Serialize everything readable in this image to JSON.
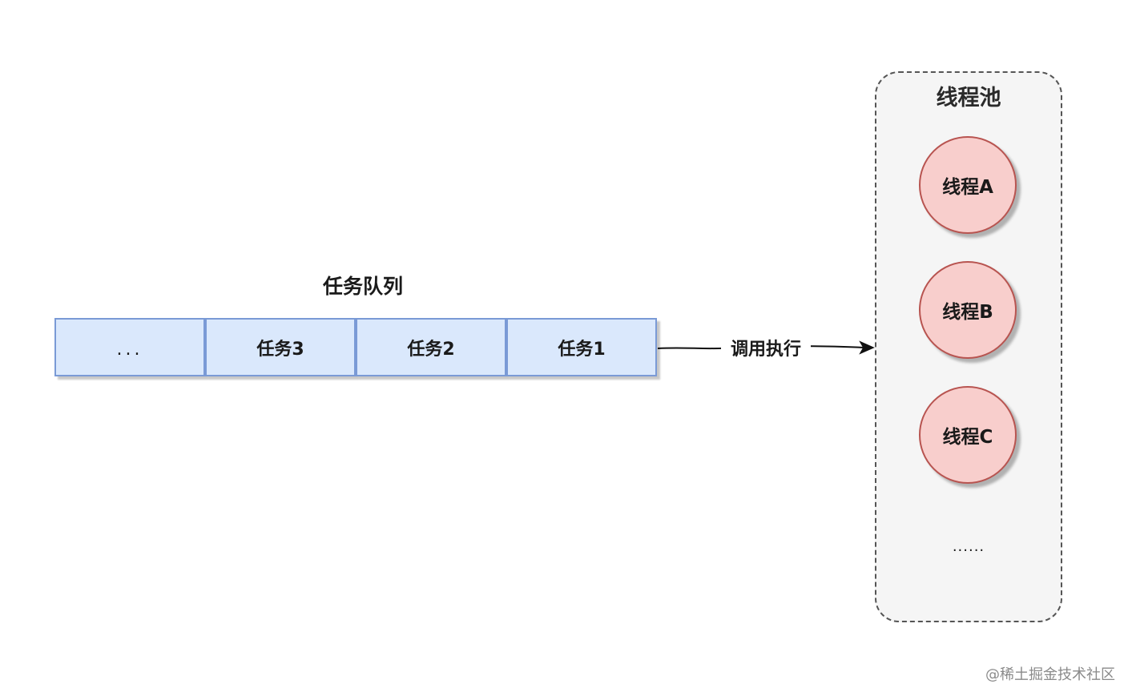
{
  "queue": {
    "title": "任务队列",
    "cells": [
      "...",
      "任务3",
      "任务2",
      "任务1"
    ]
  },
  "edge": {
    "label": "调用执行"
  },
  "pool": {
    "title": "线程池",
    "threads": [
      "线程A",
      "线程B",
      "线程C"
    ],
    "more": "......"
  },
  "watermark": "@稀土掘金技术社区",
  "colors": {
    "queue_fill": "#dae8fc",
    "queue_stroke": "#7a9ad6",
    "thread_fill": "#f8cecc",
    "thread_stroke": "#b85450",
    "pool_fill": "#f5f5f5",
    "pool_stroke": "#555555"
  }
}
